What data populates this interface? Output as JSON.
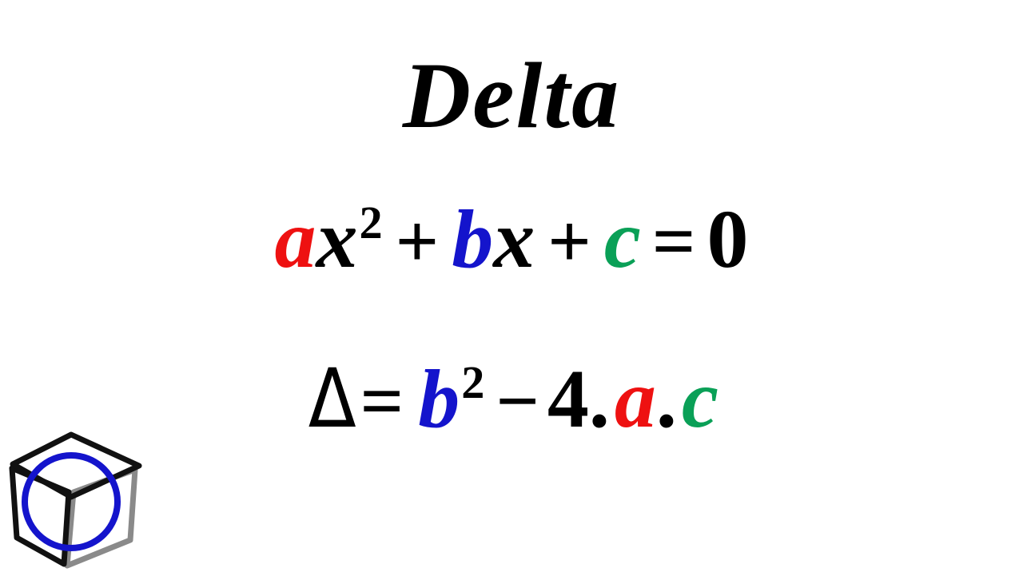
{
  "slide": {
    "background_color": "#FFFFFF",
    "title": "Delta"
  },
  "colors": {
    "text": "#000000",
    "a_red": "#EE1111",
    "b_blue": "#1414CC",
    "c_green": "#0AA057",
    "logo_black": "#111111",
    "logo_gray": "#8A8A8A",
    "logo_blue": "#1414CC"
  },
  "equations": [
    {
      "id": "quadratic-equation",
      "plain": "ax^2 + bx + c = 0",
      "tokens": [
        {
          "text": "a",
          "role": "coefficient",
          "color": "#EE1111"
        },
        {
          "text": "x",
          "role": "variable",
          "color": "#000000"
        },
        {
          "text": "2",
          "role": "exponent",
          "color": "#000000"
        },
        {
          "text": "+",
          "role": "operator",
          "color": "#000000"
        },
        {
          "text": "b",
          "role": "coefficient",
          "color": "#1414CC"
        },
        {
          "text": "x",
          "role": "variable",
          "color": "#000000"
        },
        {
          "text": "+",
          "role": "operator",
          "color": "#000000"
        },
        {
          "text": "c",
          "role": "coefficient",
          "color": "#0AA057"
        },
        {
          "text": "=",
          "role": "operator",
          "color": "#000000"
        },
        {
          "text": "0",
          "role": "number",
          "color": "#000000"
        }
      ]
    },
    {
      "id": "discriminant-equation",
      "plain": "Δ = b^2 − 4.a.c",
      "tokens": [
        {
          "text": "Δ",
          "role": "symbol",
          "color": "#000000"
        },
        {
          "text": "=",
          "role": "operator",
          "color": "#000000"
        },
        {
          "text": "b",
          "role": "coefficient",
          "color": "#1414CC"
        },
        {
          "text": "2",
          "role": "exponent",
          "color": "#000000"
        },
        {
          "text": "−",
          "role": "operator",
          "color": "#000000"
        },
        {
          "text": "4",
          "role": "number",
          "color": "#000000"
        },
        {
          "text": ".",
          "role": "operator",
          "color": "#000000"
        },
        {
          "text": "a",
          "role": "coefficient",
          "color": "#EE1111"
        },
        {
          "text": ".",
          "role": "operator",
          "color": "#000000"
        },
        {
          "text": "c",
          "role": "coefficient",
          "color": "#0AA057"
        }
      ]
    }
  ],
  "eq1": {
    "a": "a",
    "x1": "x",
    "exp2": "2",
    "plus1": "+",
    "b": "b",
    "x2": "x",
    "plus2": "+",
    "c": "c",
    "equals": "=",
    "zero": "0"
  },
  "eq2": {
    "delta": "Δ",
    "equals": "=",
    "b": "b",
    "exp2": "2",
    "minus": "−",
    "four": "4",
    "dot1": ".",
    "a": "a",
    "dot2": ".",
    "c": "c"
  },
  "logo": {
    "name": "cube-circle-logo",
    "description": "wireframe isometric cube with blue circle overlay"
  }
}
